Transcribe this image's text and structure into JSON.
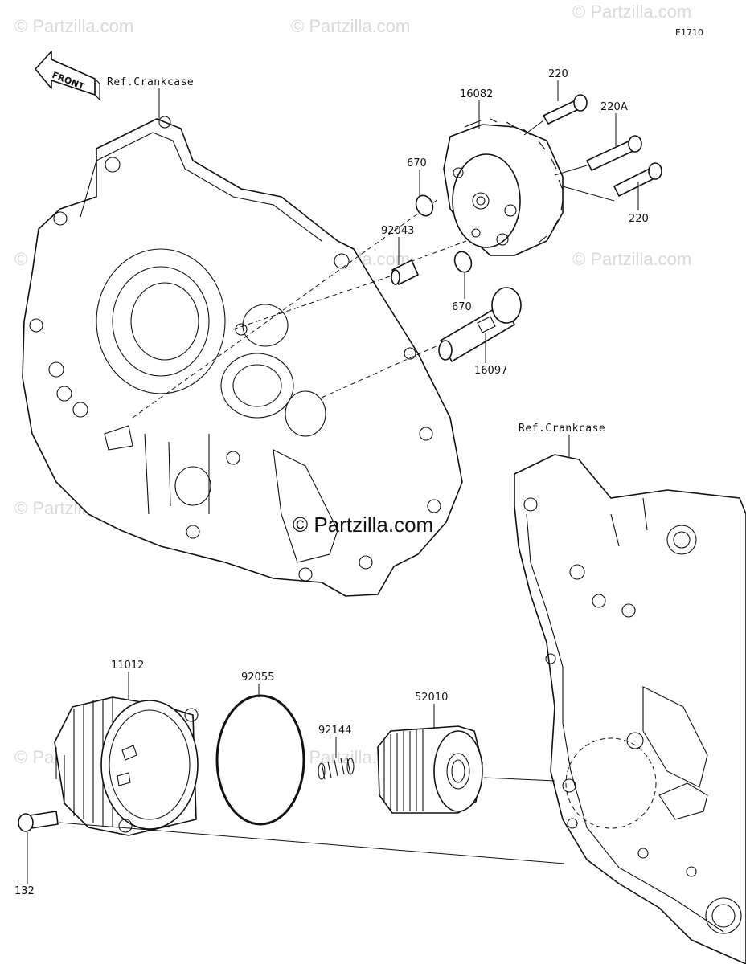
{
  "diagram": {
    "code": "E1710",
    "front_label": "FRONT",
    "refs": [
      "Ref.Crankcase",
      "Ref.Crankcase"
    ],
    "parts": {
      "bolt_220_top": "220",
      "bolt_220A": "220A",
      "bolt_220_bottom": "220",
      "oil_pump": "16082",
      "oring_670_top": "670",
      "oring_670_bottom": "670",
      "dowel_pin": "92043",
      "strainer": "16097",
      "filter_cover": "11012",
      "cover_oring": "92055",
      "spring": "92144",
      "oil_filter": "52010",
      "cover_bolt": "132"
    },
    "watermark": "© Partzilla.com",
    "center_watermark": "© Partzilla.com"
  }
}
